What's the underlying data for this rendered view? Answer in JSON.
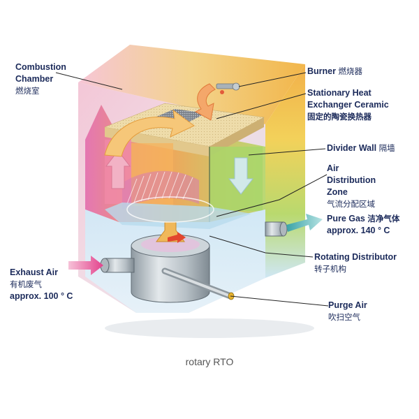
{
  "labels": {
    "combustion_chamber": {
      "en1": "Combustion",
      "en2": "Chamber",
      "zh": "燃烧室"
    },
    "burner": {
      "en": "Burner",
      "zh": "燃烧器"
    },
    "heat_exchanger": {
      "en1": "Stationary Heat",
      "en2": "Exchanger Ceramic",
      "zh": "固定的陶瓷换热器"
    },
    "divider_wall": {
      "en": "Divider Wall",
      "zh": "隔墙"
    },
    "air_distribution": {
      "en1": "Air",
      "en2": "Distribution",
      "en3": "Zone",
      "zh": "气流分配区域"
    },
    "pure_gas": {
      "en": "Pure Gas",
      "zh": "洁净气体",
      "temp": "approx. 140 ° C"
    },
    "rotating_distributor": {
      "en": "Rotating Distributor",
      "zh": "转子机构"
    },
    "exhaust_air": {
      "en": "Exhaust Air",
      "zh": "有机废气",
      "temp": "approx. 100 ° C"
    },
    "purge_air": {
      "en": "Purge Air",
      "zh": "吹扫空气"
    }
  },
  "caption": "rotary RTO",
  "colors": {
    "text": "#1b2a5a",
    "hot": "#e8a020",
    "cool": "#7ec46a",
    "ceramic": "#e9d7a3",
    "pink": "#e7a6c4",
    "steel": "#9aa6ae"
  },
  "icons": [
    "up-arrow-icon",
    "down-arrow-icon",
    "curved-flow-arrow-icon",
    "inlet-arrow-icon",
    "outlet-arrow-icon"
  ]
}
